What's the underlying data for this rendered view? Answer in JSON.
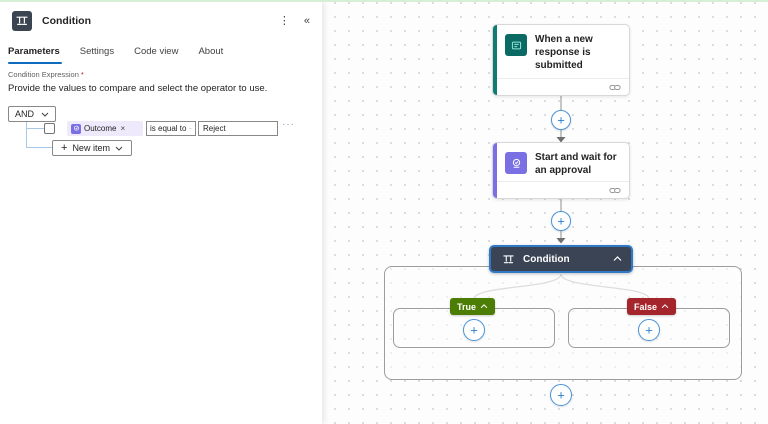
{
  "colors": {
    "accent_blue": "#0f6cbd",
    "selection_blue": "#3079c7",
    "trigger_teal": "#0b6a64",
    "trigger_stripe": "#0f7b72",
    "approval_purple": "#7b70e3",
    "condition_dark": "#3a4454",
    "true_green": "#4c7d05",
    "false_red": "#a4262c",
    "top_strip_green": "#d7eed7",
    "tree_line_blue": "#a9c7e7"
  },
  "panel": {
    "title": "Condition",
    "icons": {
      "more": "⋮",
      "collapse": "«"
    },
    "tabs": [
      {
        "label": "Parameters"
      },
      {
        "label": "Settings"
      },
      {
        "label": "Code view"
      },
      {
        "label": "About"
      }
    ],
    "expression": {
      "label": "Condition Expression",
      "required": "*",
      "description": "Provide the values to compare and select the operator to use.",
      "group_operator": "AND",
      "row": {
        "operand1": "Outcome",
        "remove": "×",
        "comparison": "is equal to",
        "operand2": "Reject",
        "more": "···"
      },
      "new_item_plus": "+",
      "new_item": "New item"
    }
  },
  "canvas": {
    "plus": "+",
    "nodes": [
      {
        "title": "When a new response is submitted"
      },
      {
        "title": "Start and wait for an approval"
      }
    ],
    "condition": {
      "title": "Condition"
    },
    "branches": [
      {
        "label": "True"
      },
      {
        "label": "False"
      }
    ]
  }
}
